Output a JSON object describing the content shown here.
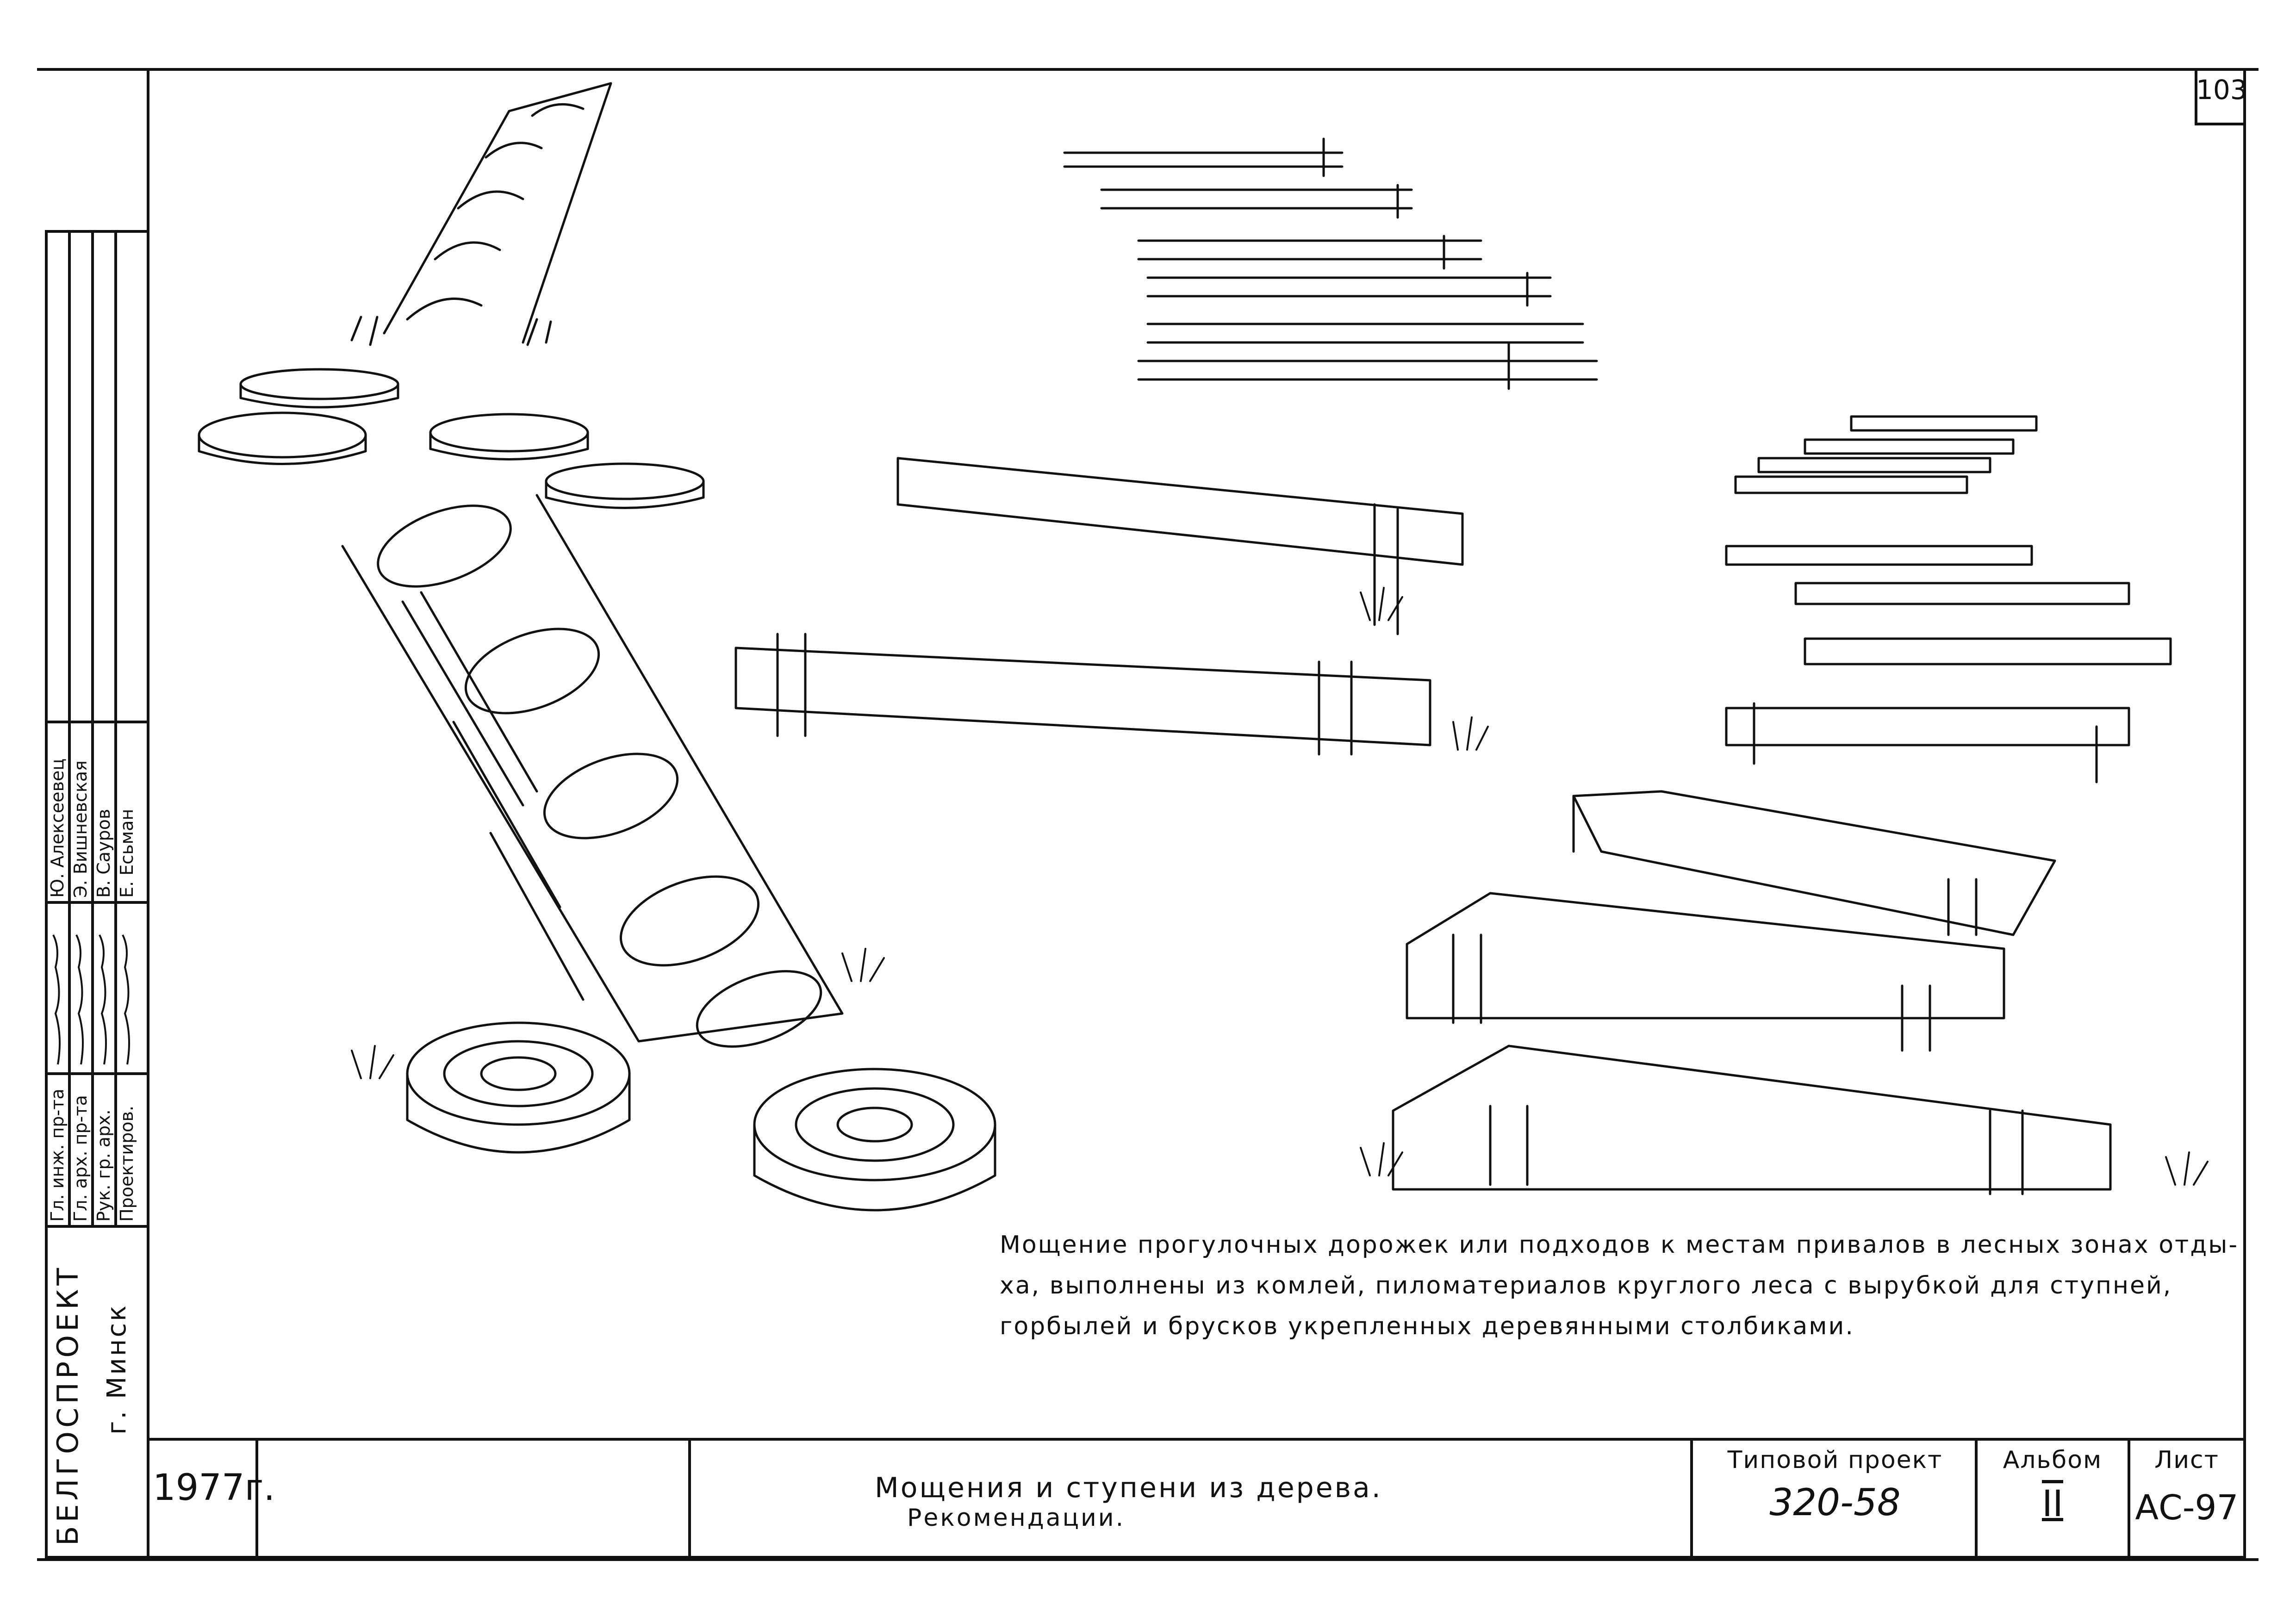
{
  "sheet": {
    "page_number": "103",
    "caption": [
      "Мощение прогулочных дорожек или подходов к местам привалов в лесных зонах отды-",
      "ха, выполнены из комлей, пиломатериалов круглого леса с вырубкой для ступней,",
      "горбылей и брусков укрепленных деревянными столбиками."
    ]
  },
  "title_block": {
    "year": "1977г.",
    "title_line1": "Мощения и ступени из дерева.",
    "title_line2": "Рекомендации.",
    "project_label": "Типовой проект",
    "project_value": "320-58",
    "album_label": "Альбом",
    "album_value": "II",
    "sheet_label": "Лист",
    "sheet_value": "АС-97"
  },
  "side_stamp": {
    "org": "БЕЛГОСПРОЕКТ",
    "city": "г. Минск",
    "roles": [
      "Гл. инж. пр-та",
      "Гл. арх. пр-та",
      "Рук. гр. арх.",
      "Проектиров."
    ],
    "names": [
      "Ю. Алексеевец",
      "Э. Вишневская",
      "В. Сауров",
      "Е. Есьман"
    ]
  }
}
